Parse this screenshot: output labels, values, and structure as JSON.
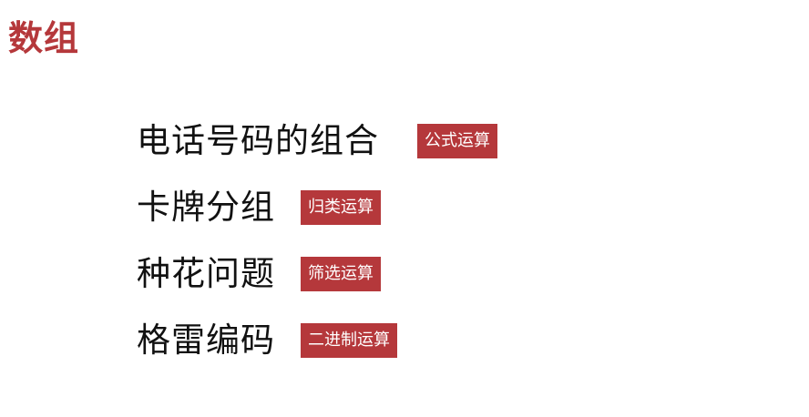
{
  "title": "数组",
  "topics": [
    {
      "label": "电话号码的组合",
      "tag": "公式运算"
    },
    {
      "label": "卡牌分组",
      "tag": "归类运算"
    },
    {
      "label": "种花问题",
      "tag": "筛选运算"
    },
    {
      "label": "格雷编码",
      "tag": "二进制运算"
    }
  ],
  "colors": {
    "accent": "#b5383b",
    "text": "#111111",
    "tag_text": "#ffffff",
    "background": "#ffffff"
  }
}
